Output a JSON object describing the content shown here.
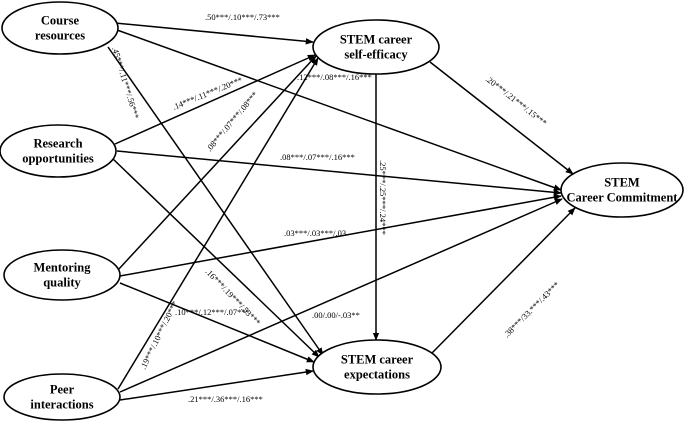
{
  "nodes": {
    "course_resources": {
      "lines": [
        "Course",
        "resources"
      ]
    },
    "research_opportunities": {
      "lines": [
        "Research",
        "opportunities"
      ]
    },
    "mentoring_quality": {
      "lines": [
        "Mentoring",
        "quality"
      ]
    },
    "peer_interactions": {
      "lines": [
        "Peer",
        "interactions"
      ]
    },
    "stem_self_efficacy": {
      "lines": [
        "STEM career",
        "self-efficacy"
      ]
    },
    "stem_expectations": {
      "lines": [
        "STEM career",
        "expectations"
      ]
    },
    "stem_commitment": {
      "lines": [
        "STEM",
        "Career Commitment"
      ]
    }
  },
  "edges": [
    {
      "from": "course_resources",
      "to": "stem_self_efficacy",
      "label": ".50***/.10***/.73***"
    },
    {
      "from": "course_resources",
      "to": "stem_commitment",
      "label": ".12***/.08***/.16***"
    },
    {
      "from": "course_resources",
      "to": "stem_expectations",
      "label": ".45***/.11***/.56***"
    },
    {
      "from": "research_opportunities",
      "to": "stem_self_efficacy",
      "label": ".14***/.11***/.20***"
    },
    {
      "from": "research_opportunities",
      "to": "stem_commitment",
      "label": ".08***/.07***/.16***"
    },
    {
      "from": "research_opportunities",
      "to": "stem_expectations",
      "label": ".16***/.19***/.53***"
    },
    {
      "from": "mentoring_quality",
      "to": "stem_self_efficacy",
      "label": ".08***/.07***/.08***"
    },
    {
      "from": "mentoring_quality",
      "to": "stem_commitment",
      "label": ".03***/.03***/.03"
    },
    {
      "from": "mentoring_quality",
      "to": "stem_expectations",
      "label": ".10***/.12***/.07***"
    },
    {
      "from": "peer_interactions",
      "to": "stem_self_efficacy",
      "label": ".19***/.10***/.20***"
    },
    {
      "from": "peer_interactions",
      "to": "stem_commitment",
      "label": ".00/.00/-.03**"
    },
    {
      "from": "peer_interactions",
      "to": "stem_expectations",
      "label": ".21***/.36***/.16***"
    },
    {
      "from": "stem_self_efficacy",
      "to": "stem_commitment",
      "label": ".20***/.21***/.15***"
    },
    {
      "from": "stem_self_efficacy",
      "to": "stem_expectations",
      "label": ".25***/.25***/.24***"
    },
    {
      "from": "stem_expectations",
      "to": "stem_commitment",
      "label": ".38***/33.***/.43***"
    }
  ]
}
